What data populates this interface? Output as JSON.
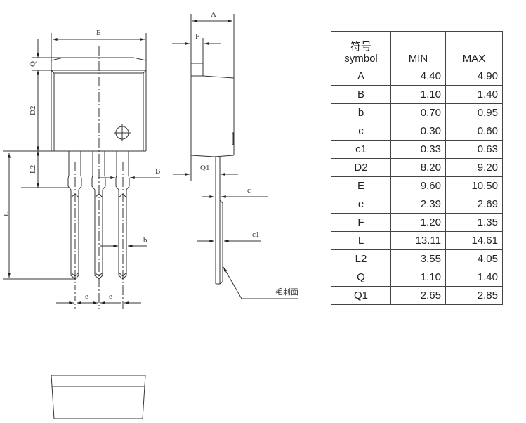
{
  "drawing": {
    "front_view_labels": {
      "E": "E",
      "Q": "Q",
      "D2": "D2",
      "L2": "L2",
      "L": "L",
      "B": "B",
      "b": "b",
      "e1": "e",
      "e2": "e"
    },
    "side_view_labels": {
      "A": "A",
      "F": "F",
      "Q1": "Q1",
      "c": "c",
      "c1": "c1",
      "burr_face": "毛刺面"
    }
  },
  "table": {
    "header": {
      "symbol_cn": "符号",
      "symbol": "symbol",
      "min": "MIN",
      "max": "MAX"
    },
    "rows": [
      {
        "symbol": "A",
        "min": "4.40",
        "max": "4.90"
      },
      {
        "symbol": "B",
        "min": "1.10",
        "max": "1.40"
      },
      {
        "symbol": "b",
        "min": "0.70",
        "max": "0.95"
      },
      {
        "symbol": "c",
        "min": "0.30",
        "max": "0.60"
      },
      {
        "symbol": "c1",
        "min": "0.33",
        "max": "0.63"
      },
      {
        "symbol": "D2",
        "min": "8.20",
        "max": "9.20"
      },
      {
        "symbol": "E",
        "min": "9.60",
        "max": "10.50"
      },
      {
        "symbol": "e",
        "min": "2.39",
        "max": "2.69"
      },
      {
        "symbol": "F",
        "min": "1.20",
        "max": "1.35"
      },
      {
        "symbol": "L",
        "min": "13.11",
        "max": "14.61"
      },
      {
        "symbol": "L2",
        "min": "3.55",
        "max": "4.05"
      },
      {
        "symbol": "Q",
        "min": "1.10",
        "max": "1.40"
      },
      {
        "symbol": "Q1",
        "min": "2.65",
        "max": "2.85"
      }
    ]
  }
}
